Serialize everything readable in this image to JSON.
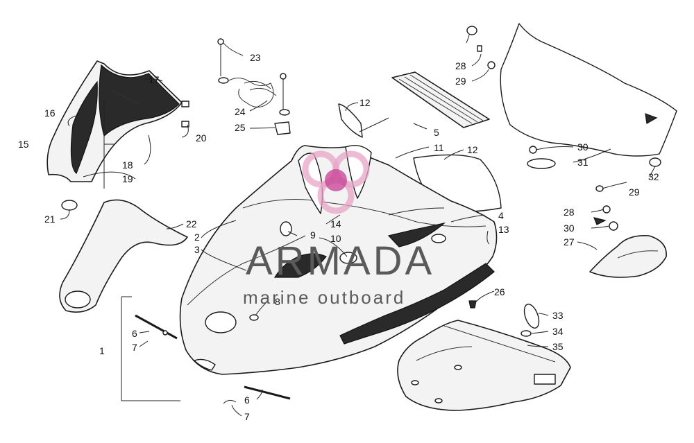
{
  "watermark": {
    "brand": "ARMADA",
    "tagline": "marine outboard",
    "colors": {
      "logo": "#e7a6c6",
      "logo_core": "#c8489a",
      "text": "#5a5a5a"
    }
  },
  "callouts": {
    "c1": "1",
    "c2": "2",
    "c3": "3",
    "c4": "4",
    "c5": "5",
    "c6a": "6",
    "c6b": "6",
    "c7a": "7",
    "c7b": "7",
    "c8": "8",
    "c9": "9",
    "c10": "10",
    "c11": "11",
    "c12a": "12",
    "c12b": "12",
    "c13": "13",
    "c14": "14",
    "c15": "15",
    "c16": "16",
    "c17": "17",
    "c18": "18",
    "c19": "19",
    "c20": "20",
    "c21": "21",
    "c22": "22",
    "c23": "23",
    "c24": "24",
    "c25": "25",
    "c26": "26",
    "c27": "27",
    "c28a": "28",
    "c28b": "28",
    "c29a": "29",
    "c29b": "29",
    "c30a": "30",
    "c30b": "30",
    "c31": "31",
    "c32": "32",
    "c33": "33",
    "c34": "34",
    "c35": "35"
  }
}
